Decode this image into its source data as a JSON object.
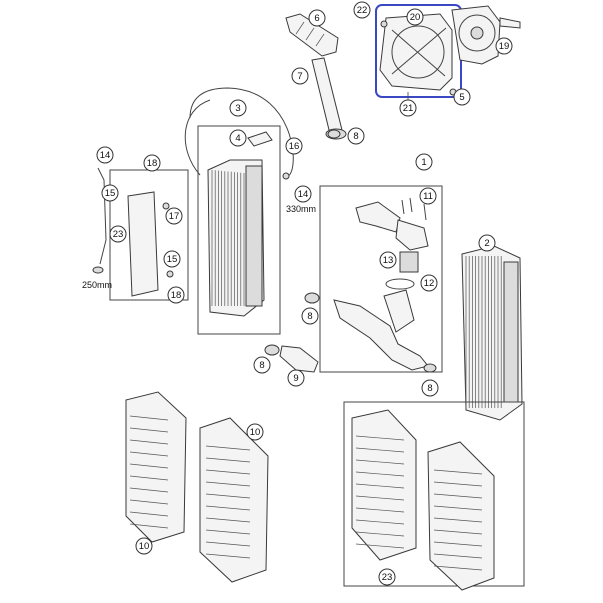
{
  "diagram": {
    "callouts": [
      {
        "id": "c22a",
        "label": "22"
      },
      {
        "id": "c20",
        "label": "20"
      },
      {
        "id": "c19",
        "label": "19"
      },
      {
        "id": "c6",
        "label": "6"
      },
      {
        "id": "c7",
        "label": "7"
      },
      {
        "id": "c5",
        "label": "5"
      },
      {
        "id": "c21",
        "label": "21"
      },
      {
        "id": "c3",
        "label": "3"
      },
      {
        "id": "c4",
        "label": "4"
      },
      {
        "id": "c8a",
        "label": "8"
      },
      {
        "id": "c14a",
        "label": "14"
      },
      {
        "id": "c18a",
        "label": "18"
      },
      {
        "id": "c15a",
        "label": "15"
      },
      {
        "id": "c17",
        "label": "17"
      },
      {
        "id": "c23a",
        "label": "23"
      },
      {
        "id": "c15b",
        "label": "15"
      },
      {
        "id": "c18b",
        "label": "18"
      },
      {
        "id": "c16",
        "label": "16"
      },
      {
        "id": "c14b",
        "label": "14"
      },
      {
        "id": "c1",
        "label": "1"
      },
      {
        "id": "c11",
        "label": "11"
      },
      {
        "id": "c2",
        "label": "2"
      },
      {
        "id": "c13",
        "label": "13"
      },
      {
        "id": "c12",
        "label": "12"
      },
      {
        "id": "c8b",
        "label": "8"
      },
      {
        "id": "c8c",
        "label": "8"
      },
      {
        "id": "c9",
        "label": "9"
      },
      {
        "id": "c8d",
        "label": "8"
      },
      {
        "id": "c10a",
        "label": "10"
      },
      {
        "id": "c10b",
        "label": "10"
      },
      {
        "id": "c23b",
        "label": "23"
      }
    ],
    "dimensions": {
      "hose_long": "330mm",
      "hose_short": "250mm"
    },
    "highlight_color": "#3b48c4"
  }
}
